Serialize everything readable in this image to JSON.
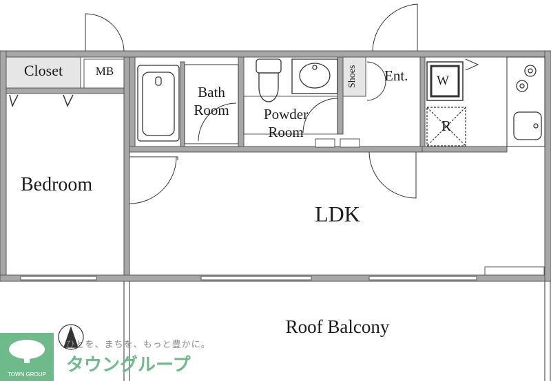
{
  "rooms": {
    "bedroom": "Bedroom",
    "closet": "Closet",
    "mb": "MB",
    "bath_line1": "Bath",
    "bath_line2": "Room",
    "powder_line1": "Powder",
    "powder_line2": "Room",
    "shoes": "Shoes",
    "ent": "Ent.",
    "washer": "W",
    "fridge": "R",
    "ldk": "LDK",
    "roof_balcony": "Roof Balcony"
  },
  "logo": {
    "company": "TOWN GROUP",
    "tagline": "ひとを、まちを、もっと豊かに。",
    "brand": "タウングループ"
  },
  "colors": {
    "wall": "#a7a7a7",
    "wall_edge": "#555555",
    "closet_fill": "#e6e6e6",
    "brand_green": "#6fba8a"
  },
  "icons": [
    "bathtub-icon",
    "toilet-icon",
    "sink-icon",
    "stove-burner-icon",
    "washer-icon",
    "fridge-icon",
    "compass-icon",
    "tree-logo-icon"
  ]
}
